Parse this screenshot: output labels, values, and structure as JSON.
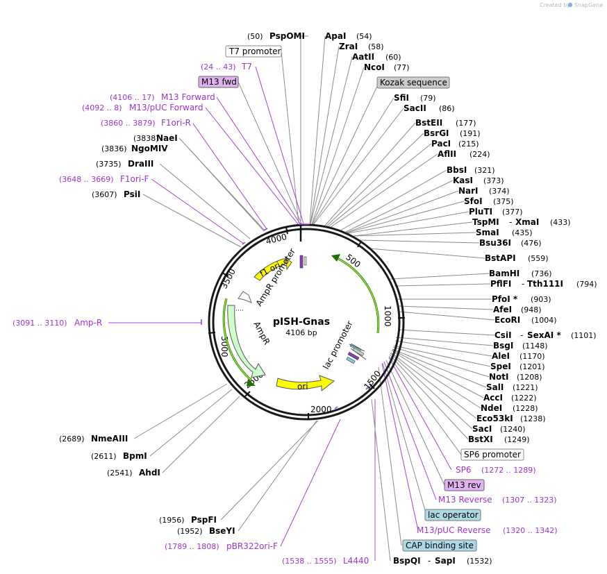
{
  "credit": {
    "created_by": "Created by",
    "tool": "SnapGene"
  },
  "plasmid": {
    "name": "pISH-Gnas",
    "size": "4106 bp"
  },
  "ticks": [
    "500",
    "1000",
    "1500",
    "2000",
    "2500",
    "3000",
    "3500",
    "4000"
  ],
  "features": {
    "f1_ori": "f1 ori",
    "ampr_promoter": "AmpR promoter",
    "ampr": "AmpR",
    "ori": "ori",
    "lac_promoter": "lac promoter"
  },
  "left_labels": [
    {
      "pos": "(50)",
      "name": "PspOMI"
    },
    {
      "boxed": "T7 promoter"
    },
    {
      "pos": "(24 .. 43)",
      "name": "T7",
      "purple": true
    },
    {
      "boxed": "M13 fwd"
    },
    {
      "pos": "(4106 .. 17)",
      "name": "M13 Forward",
      "purple": true
    },
    {
      "pos": "(4092 .. 8)",
      "name": "M13/pUC Forward",
      "purple": true
    },
    {
      "pos": "(3860 .. 3879)",
      "name": "F1ori-R",
      "purple": true
    },
    {
      "pos": "(3838)",
      "name": "NaeI"
    },
    {
      "pos": "(3836)",
      "name": "NgoMIV"
    },
    {
      "pos": "(3735)",
      "name": "DraIII"
    },
    {
      "pos": "(3648 .. 3669)",
      "name": "F1ori-F",
      "purple": true
    },
    {
      "pos": "(3607)",
      "name": "PsiI"
    },
    {
      "pos": "(3091 .. 3110)",
      "name": "Amp-R",
      "purple": true
    },
    {
      "pos": "(2689)",
      "name": "NmeAIII"
    },
    {
      "pos": "(2611)",
      "name": "BpmI"
    },
    {
      "pos": "(2541)",
      "name": "AhdI"
    },
    {
      "pos": "(1956)",
      "name": "PspFI"
    },
    {
      "pos": "(1952)",
      "name": "BseYI"
    },
    {
      "pos": "(1789 .. 1808)",
      "name": "pBR322ori-F",
      "purple": true
    },
    {
      "pos": "(1538 .. 1555)",
      "name": "L4440",
      "purple": true
    }
  ],
  "right_labels": [
    {
      "name": "ApaI",
      "pos": "(54)"
    },
    {
      "name": "ZraI",
      "pos": "(58)"
    },
    {
      "name": "AatII",
      "pos": "(60)"
    },
    {
      "name": "NcoI",
      "pos": "(77)"
    },
    {
      "boxed": "Kozak sequence"
    },
    {
      "name": "SfiI",
      "pos": "(79)"
    },
    {
      "name": "SacII",
      "pos": "(86)"
    },
    {
      "name": "BstEII",
      "pos": "(177)"
    },
    {
      "name": "BsrGI",
      "pos": "(191)"
    },
    {
      "name": "PacI",
      "pos": "(215)"
    },
    {
      "name": "AflII",
      "pos": "(224)"
    },
    {
      "name": "BbsI",
      "pos": "(321)"
    },
    {
      "name": "KasI",
      "pos": "(373)"
    },
    {
      "name": "NarI",
      "pos": "(374)"
    },
    {
      "name": "SfoI",
      "pos": "(375)"
    },
    {
      "name": "PluTI",
      "pos": "(377)"
    },
    {
      "name": "TspMI",
      "sep": "-",
      "name2": "XmaI",
      "pos": "(433)"
    },
    {
      "name": "SmaI",
      "pos": "(435)"
    },
    {
      "name": "Bsu36I",
      "pos": "(476)"
    },
    {
      "name": "BstAPI",
      "pos": "(559)"
    },
    {
      "name": "BamHI",
      "pos": "(736)"
    },
    {
      "name": "PflFI",
      "sep": "-",
      "name2": "Tth111I",
      "pos": "(794)"
    },
    {
      "name": "PfoI *",
      "pos": "(903)"
    },
    {
      "name": "AfeI",
      "pos": "(948)"
    },
    {
      "name": "EcoRI",
      "pos": "(1004)"
    },
    {
      "name": "CsiI",
      "sep": "-",
      "name2": "SexAI *",
      "pos": "(1101)"
    },
    {
      "name": "BsgI",
      "pos": "(1148)"
    },
    {
      "name": "AleI",
      "pos": "(1170)"
    },
    {
      "name": "SpeI",
      "pos": "(1201)"
    },
    {
      "name": "NotI",
      "pos": "(1208)"
    },
    {
      "name": "SalI",
      "pos": "(1221)"
    },
    {
      "name": "AccI",
      "pos": "(1222)"
    },
    {
      "name": "NdeI",
      "pos": "(1228)"
    },
    {
      "name": "Eco53kI",
      "pos": "(1238)"
    },
    {
      "name": "SacI",
      "pos": "(1240)"
    },
    {
      "name": "BstXI",
      "pos": "(1249)"
    },
    {
      "boxed": "SP6 promoter"
    },
    {
      "name": "SP6",
      "pos": "(1272 .. 1289)",
      "purple": true
    },
    {
      "boxed": "M13 rev"
    },
    {
      "name": "M13 Reverse",
      "pos": "(1307 .. 1323)",
      "purple": true
    },
    {
      "boxed": "lac operator"
    },
    {
      "name": "M13/pUC Reverse",
      "pos": "(1320 .. 1342)",
      "purple": true
    },
    {
      "boxed": "CAP binding site"
    },
    {
      "name": "BspQI",
      "sep": "-",
      "name2": "SapI",
      "pos": "(1532)"
    }
  ]
}
